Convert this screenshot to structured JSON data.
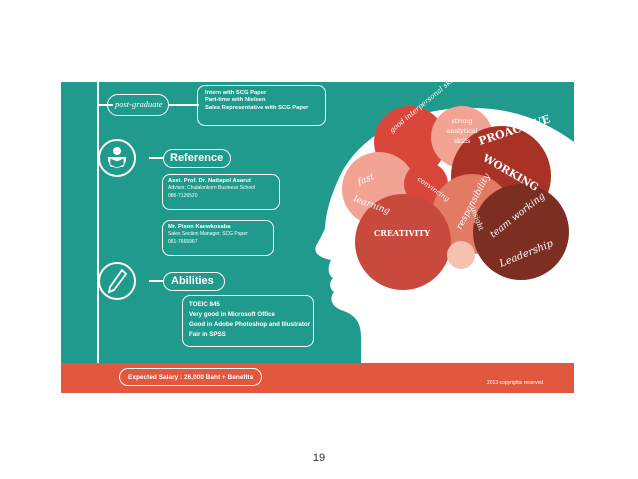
{
  "education": {
    "label": "post-graduate",
    "items": [
      "Intern with SCG Paper",
      "Part-time with Nielsen",
      "Sales Representative with SCG Paper"
    ]
  },
  "reference": {
    "title": "Reference",
    "refs": [
      {
        "name": "Asst. Prof. Dr. Nattapol Asarut",
        "role": "Advisor, Chulalonkorn Business School",
        "phone": "086-7126520"
      },
      {
        "name": "Mr. Pison Kaewkosaba",
        "role": "Sales Section Manager, SCG Paper",
        "phone": "081-7665967"
      }
    ]
  },
  "abilities": {
    "title": "Abilities",
    "items": [
      "TOEIC 845",
      "Very good in Microsoft Office",
      "Good in Adobe Photoshop and Illustrator",
      "Fair in SPSS"
    ]
  },
  "footer": {
    "salary": "Expected Salary : 26,000 Baht + Benefits",
    "copyright": "2013 copyrights reserved"
  },
  "brain": {
    "skills": {
      "good_interpersonal": "good interpersonal skills",
      "strong_analytical_1": "strong",
      "strong_analytical_2": "analytical",
      "strong_analytical_3": "skills",
      "proactive": "PROACTIVE",
      "working": "WORKING",
      "fast_learning_1": "fast",
      "fast_learning_2": "learning",
      "convincing": "convincing",
      "creativity": "CREATIVITY",
      "responsibility": "responsibility",
      "insight": "insight",
      "team_working": "team working",
      "leadership": "Leadership"
    },
    "colors": {
      "red": "#d9473a",
      "pink": "#f2a394",
      "dark_red": "#a83226",
      "salmon": "#e37a63",
      "brown": "#7c2e22",
      "pale": "#f5c1b0"
    }
  },
  "page_number": "19"
}
